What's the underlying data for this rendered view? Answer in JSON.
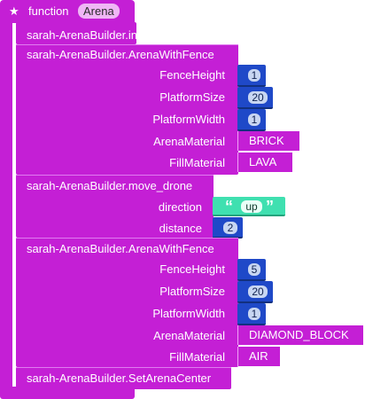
{
  "function_block": {
    "keyword": "function",
    "name": "Arena",
    "star": "★"
  },
  "calls": [
    {
      "label": "sarah-ArenaBuilder.init"
    },
    {
      "label": "sarah-ArenaBuilder.ArenaWithFence",
      "args": [
        {
          "name": "FenceHeight",
          "value": "1"
        },
        {
          "name": "PlatformSize",
          "value": "20"
        },
        {
          "name": "PlatformWidth",
          "value": "1"
        },
        {
          "name": "ArenaMaterial",
          "value": "BRICK"
        },
        {
          "name": "FillMaterial",
          "value": "LAVA"
        }
      ]
    },
    {
      "label": "sarah-ArenaBuilder.move_drone",
      "args": [
        {
          "name": "direction",
          "value": "up",
          "open_quote": "“",
          "close_quote": "”"
        },
        {
          "name": "distance",
          "value": "2"
        }
      ]
    },
    {
      "label": "sarah-ArenaBuilder.ArenaWithFence",
      "args": [
        {
          "name": "FenceHeight",
          "value": "5"
        },
        {
          "name": "PlatformSize",
          "value": "20"
        },
        {
          "name": "PlatformWidth",
          "value": "1"
        },
        {
          "name": "ArenaMaterial",
          "value": "DIAMOND_BLOCK"
        },
        {
          "name": "FillMaterial",
          "value": "AIR"
        }
      ]
    },
    {
      "label": "sarah-ArenaBuilder.SetArenaCenter"
    }
  ],
  "colors": {
    "procedure": "#c41fd5",
    "number_block": "#1f49c8",
    "number_pill": "#c8d6f2",
    "string_block": "#3fe0b0",
    "name_chip": "#efb6f5"
  }
}
